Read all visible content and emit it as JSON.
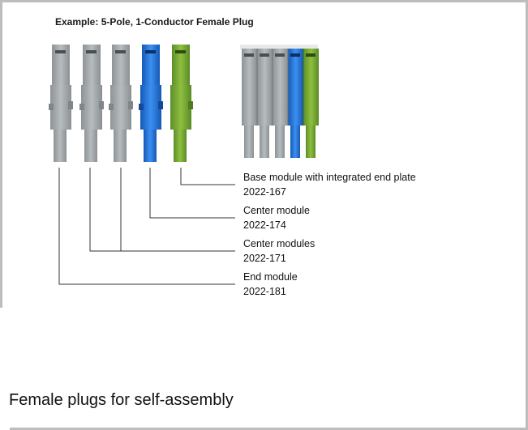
{
  "heading": "Example: 5-Pole, 1-Conductor Female Plug",
  "callouts": [
    {
      "label": "Base module with integrated end plate",
      "part": "2022-167"
    },
    {
      "label": "Center module",
      "part": "2022-174"
    },
    {
      "label": "Center modules",
      "part": "2022-171"
    },
    {
      "label": "End module",
      "part": "2022-181"
    }
  ],
  "caption": "Female plugs for self-assembly",
  "colors": {
    "gray_module": "#9aa1a4",
    "blue_module": "#1c6fd6",
    "green_yellow_module": "#6ea83a",
    "leader_line": "#333333"
  }
}
